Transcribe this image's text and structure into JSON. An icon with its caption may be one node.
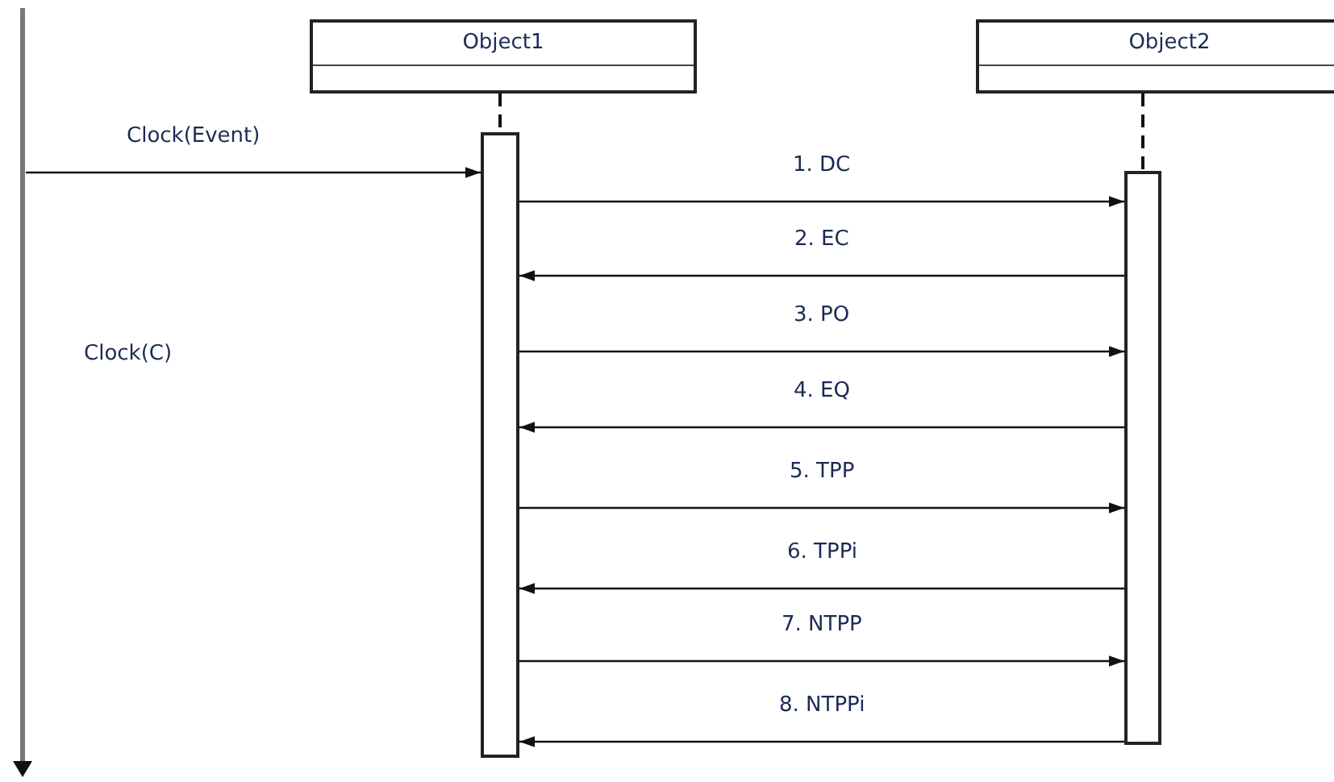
{
  "diagram": {
    "nodes": [
      {
        "text": [
          "Object1"
        ]
      },
      {
        "text": [
          "Object2"
        ]
      },
      {
        "text": [],
        "shape": "bar"
      },
      {
        "text": [],
        "shape": "bar"
      }
    ],
    "edges": [
      {
        "from": 0,
        "to": 2,
        "arrow": "none",
        "style": "dashed"
      },
      {
        "from": 1,
        "to": 3,
        "arrow": "none",
        "style": "dashed"
      },
      {
        "from": null,
        "to": 2,
        "arrow": "to",
        "label": "Clock(Event)"
      },
      {
        "from": 2,
        "to": 3,
        "arrow": "to",
        "label": "1. DC"
      },
      {
        "from": 3,
        "to": 2,
        "arrow": "to",
        "label": "2. EC"
      },
      {
        "from": 2,
        "to": 3,
        "arrow": "to",
        "label": "3. PO"
      },
      {
        "from": 3,
        "to": 2,
        "arrow": "to",
        "label": "4. EQ"
      },
      {
        "from": 2,
        "to": 3,
        "arrow": "to",
        "label": "5. TPP"
      },
      {
        "from": 3,
        "to": 2,
        "arrow": "to",
        "label": "6. TPPi"
      },
      {
        "from": 2,
        "to": 3,
        "arrow": "to",
        "label": "7. NTPP"
      },
      {
        "from": 3,
        "to": 2,
        "arrow": "to",
        "label": "8. NTPPi"
      }
    ],
    "labels": [
      "Clock(C)"
    ]
  }
}
